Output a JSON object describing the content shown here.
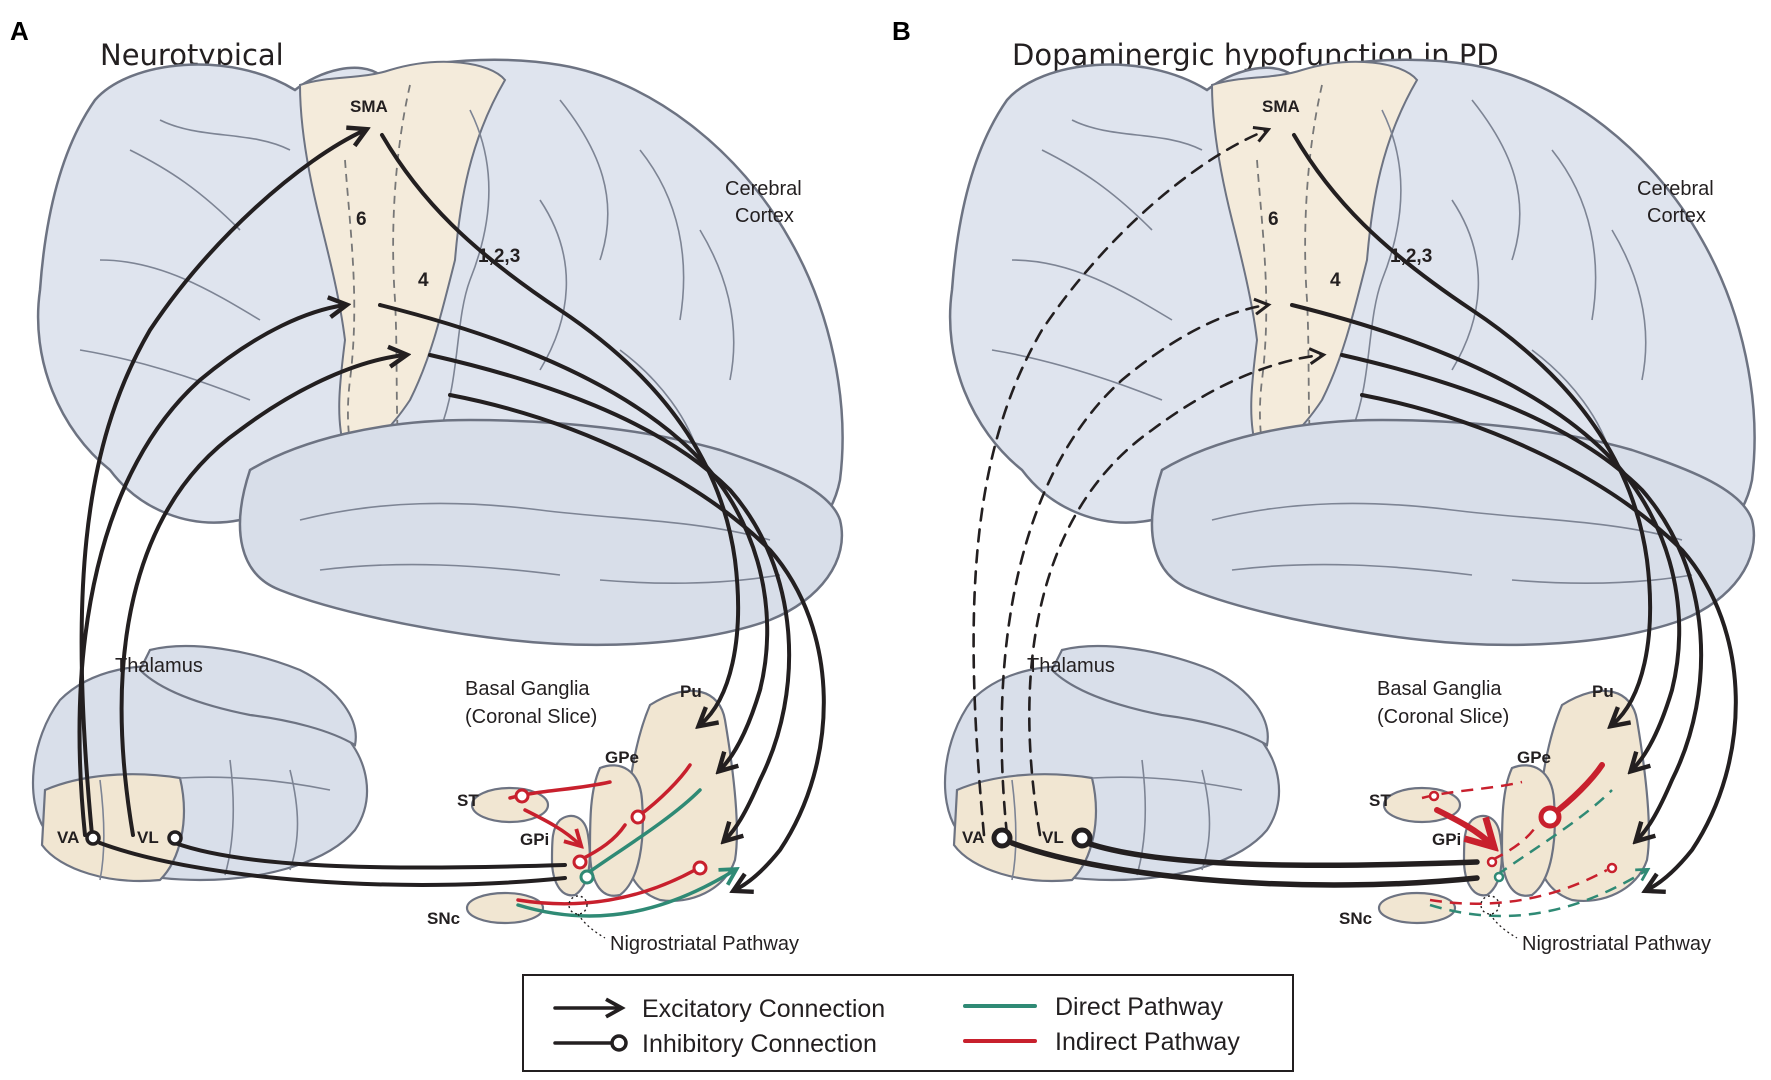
{
  "panels": [
    {
      "letter": "A",
      "title": "Neurotypical",
      "labels": {
        "sma": "SMA",
        "area6": "6",
        "area4": "4",
        "area123": "1,2,3",
        "cortex_line1": "Cerebral",
        "cortex_line2": "Cortex",
        "thalamus": "Thalamus",
        "bg_line1": "Basal Ganglia",
        "bg_line2": "(Coronal Slice)",
        "pu": "Pu",
        "gpe": "GPe",
        "gpi": "GPi",
        "st": "ST",
        "snc": "SNc",
        "va": "VA",
        "vl": "VL",
        "nigro": "Nigrostriatal Pathway"
      }
    },
    {
      "letter": "B",
      "title": "Dopaminergic hypofunction in PD",
      "labels": {
        "sma": "SMA",
        "area6": "6",
        "area4": "4",
        "area123": "1,2,3",
        "cortex_line1": "Cerebral",
        "cortex_line2": "Cortex",
        "thalamus": "Thalamus",
        "bg_line1": "Basal Ganglia",
        "bg_line2": "(Coronal Slice)",
        "pu": "Pu",
        "gpe": "GPe",
        "gpi": "GPi",
        "st": "ST",
        "snc": "SNc",
        "va": "VA",
        "vl": "VL",
        "nigro": "Nigrostriatal Pathway"
      }
    }
  ],
  "legend": {
    "excitatory": "Excitatory Connection",
    "inhibitory": "Inhibitory Connection",
    "direct": "Direct Pathway",
    "indirect": "Indirect Pathway"
  },
  "colors": {
    "excitatory": "#231f20",
    "direct": "#2f8a75",
    "indirect": "#c8202d",
    "cortex": "#dfe4ee",
    "nuclei": "#f1e6d2"
  }
}
